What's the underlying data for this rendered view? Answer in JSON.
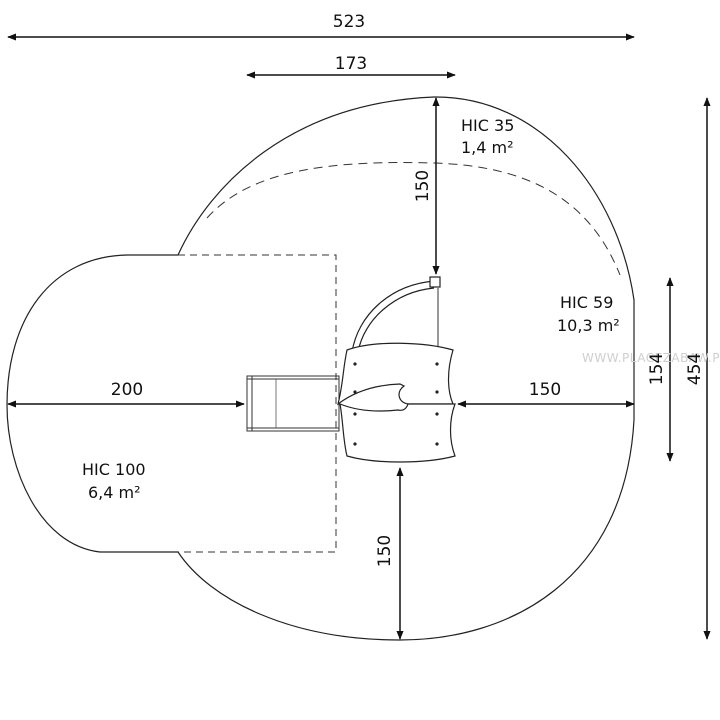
{
  "dimensions": {
    "overall_width": "523",
    "top_width": "173",
    "top_depth": "150",
    "left_length": "200",
    "right_length": "150",
    "bottom_depth": "150",
    "inner_height": "154",
    "overall_height": "454"
  },
  "zones": {
    "hic35": {
      "label": "HIC 35",
      "area": "1,4 m²"
    },
    "hic59": {
      "label": "HIC 59",
      "area": "10,3 m²"
    },
    "hic100": {
      "label": "HIC 100",
      "area": "6,4 m²"
    }
  },
  "watermark": "WWW.PLACEZABAW.PL"
}
